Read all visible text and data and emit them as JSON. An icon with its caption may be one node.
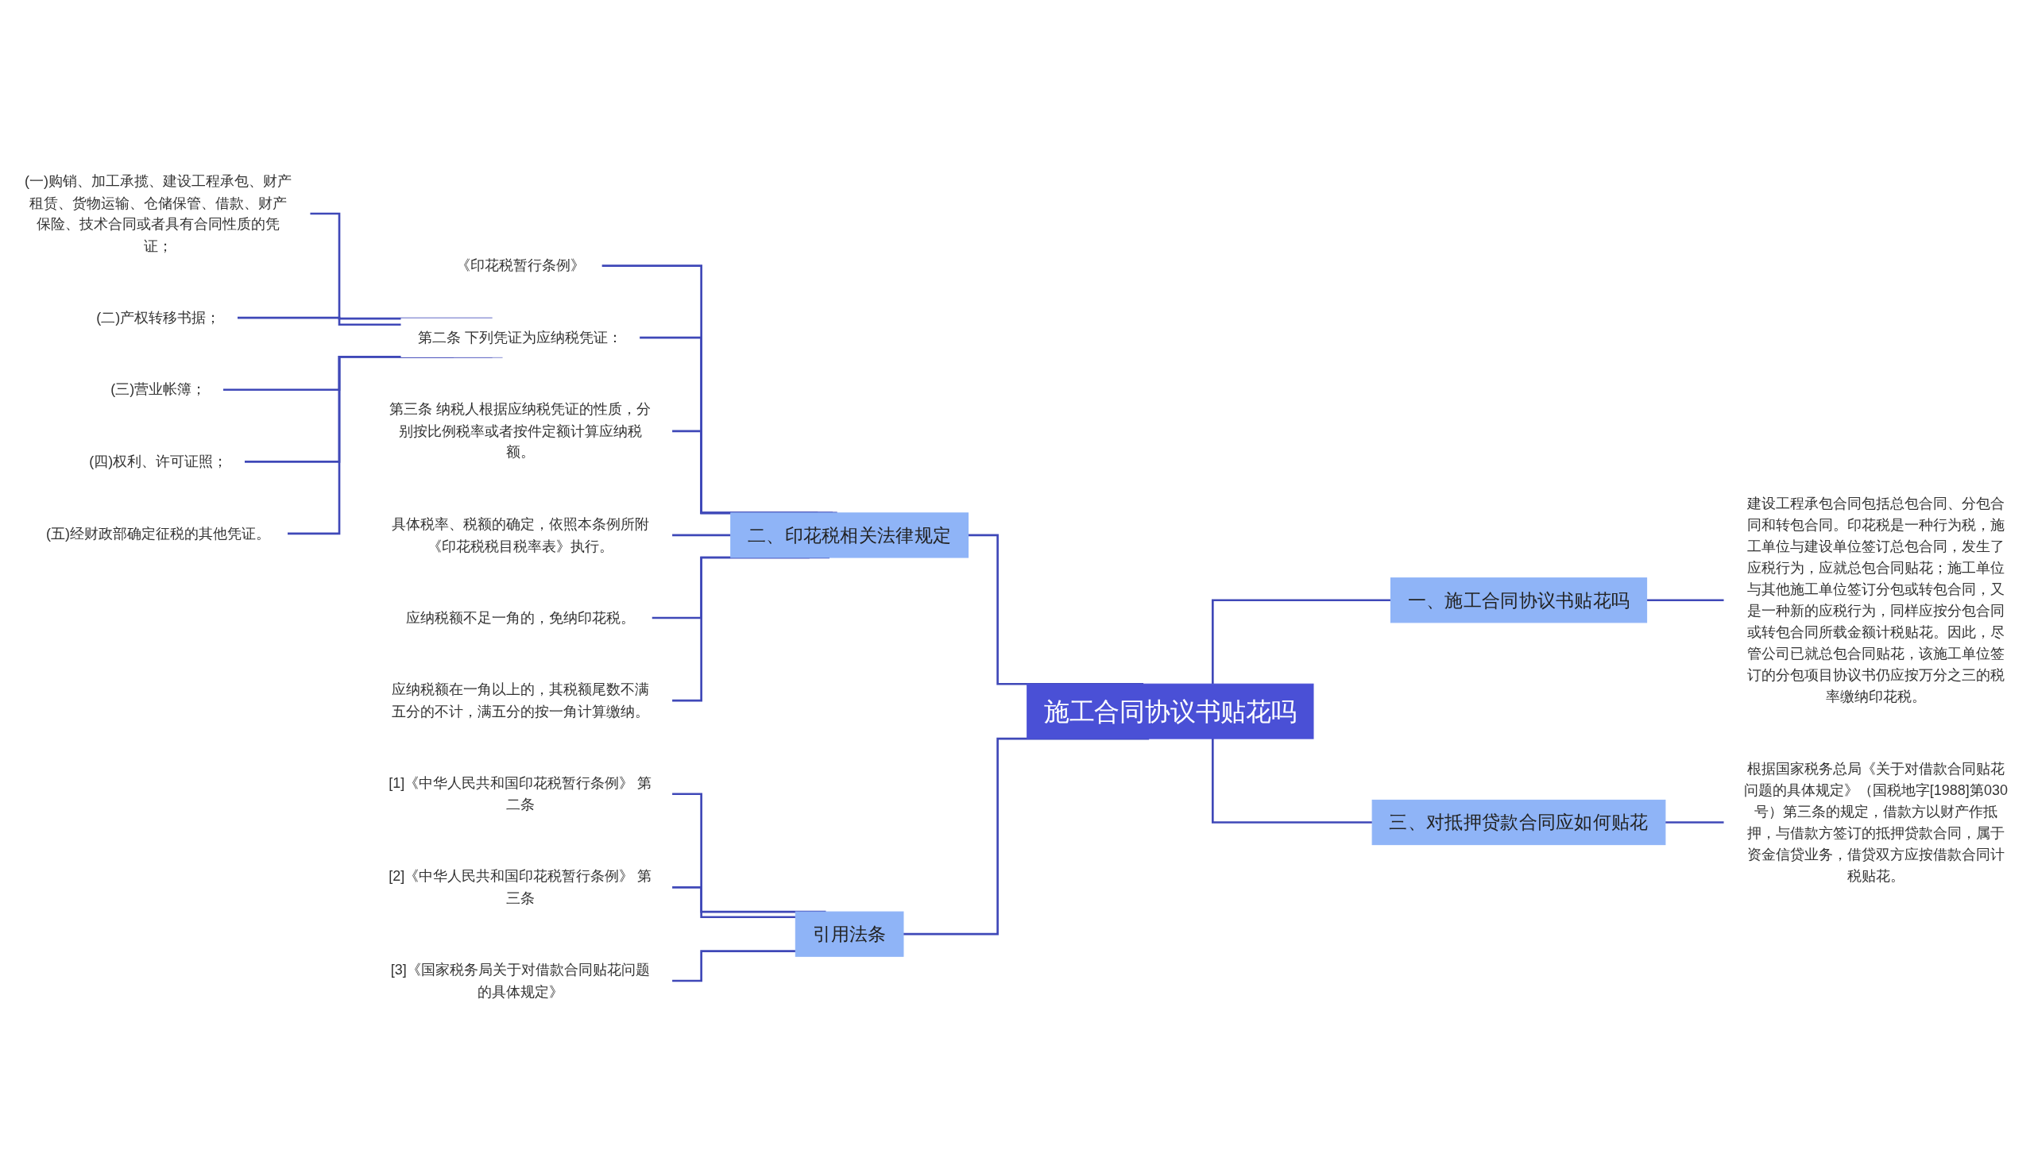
{
  "diagram": {
    "nodes": [
      {
        "text": [
          "施工合同协议书贴花吗"
        ]
      },
      {
        "text": [
          "一、施工合同协议书贴花吗"
        ]
      },
      {
        "text": [
          "建设工程承包合同包括总包合同、分包合同和转包合同。印花税是一种行为税，施工单位与建设单位签订总包合同，发生了应税行为，应就总包合同贴花；施工单位与其他施工单位签订分包或转包合同，又是一种新的应税行为，同样应按分包合同或转包合同所载金额计税贴花。因此，尽管公司已就总包合同贴花，该施工单位签订的分包项目协议书仍应按万分之三的税率缴纳印花税。"
        ]
      },
      {
        "text": [
          "三、对抵押贷款合同应如何贴花"
        ]
      },
      {
        "text": [
          "根据国家税务总局《关于对借款合同贴花问题的具体规定》（国税地字[1988]第030号）第三条的规定，借款方以财产作抵押，与借款方签订的抵押贷款合同，属于资金信贷业务，借贷双方应按借款合同计税贴花。"
        ]
      },
      {
        "text": [
          "二、印花税相关法律规定"
        ]
      },
      {
        "text": [
          "《印花税暂行条例》"
        ]
      },
      {
        "text": [
          "第二条 下列凭证为应纳税凭证："
        ]
      },
      {
        "text": [
          "(一)购销、加工承揽、建设工程承包、财产租赁、货物运输、仓储保管、借款、财产保险、技术合同或者具有合同性质的凭证；"
        ]
      },
      {
        "text": [
          "(二)产权转移书据；"
        ]
      },
      {
        "text": [
          "(三)营业帐簿；"
        ]
      },
      {
        "text": [
          "(四)权利、许可证照；"
        ]
      },
      {
        "text": [
          "(五)经财政部确定征税的其他凭证。"
        ]
      },
      {
        "text": [
          "第三条 纳税人根据应纳税凭证的性质，分别按比例税率或者按件定额计算应纳税额。"
        ]
      },
      {
        "text": [
          "具体税率、税额的确定，依照本条例所附《印花税税目税率表》执行。"
        ]
      },
      {
        "text": [
          "应纳税额不足一角的，免纳印花税。"
        ]
      },
      {
        "text": [
          "应纳税额在一角以上的，其税额尾数不满五分的不计，满五分的按一角计算缴纳。"
        ]
      },
      {
        "text": [
          "引用法条"
        ]
      },
      {
        "text": [
          "[1]《中华人民共和国印花税暂行条例》 第二条"
        ]
      },
      {
        "text": [
          "[2]《中华人民共和国印花税暂行条例》 第三条"
        ]
      },
      {
        "text": [
          "[3]《国家税务局关于对借款合同贴花问题的具体规定》"
        ]
      }
    ],
    "edges": [
      {
        "from": 0,
        "to": 1,
        "arrow": "none"
      },
      {
        "from": 1,
        "to": 2,
        "arrow": "none"
      },
      {
        "from": 0,
        "to": 3,
        "arrow": "none"
      },
      {
        "from": 3,
        "to": 4,
        "arrow": "none"
      },
      {
        "from": 0,
        "to": 5,
        "arrow": "none"
      },
      {
        "from": 5,
        "to": 6,
        "arrow": "none"
      },
      {
        "from": 5,
        "to": 7,
        "arrow": "none"
      },
      {
        "from": 7,
        "to": 8,
        "arrow": "none"
      },
      {
        "from": 7,
        "to": 9,
        "arrow": "none"
      },
      {
        "from": 7,
        "to": 10,
        "arrow": "none"
      },
      {
        "from": 7,
        "to": 11,
        "arrow": "none"
      },
      {
        "from": 7,
        "to": 12,
        "arrow": "none"
      },
      {
        "from": 5,
        "to": 13,
        "arrow": "none"
      },
      {
        "from": 5,
        "to": 14,
        "arrow": "none"
      },
      {
        "from": 5,
        "to": 15,
        "arrow": "none"
      },
      {
        "from": 5,
        "to": 16,
        "arrow": "none"
      },
      {
        "from": 0,
        "to": 17,
        "arrow": "none"
      },
      {
        "from": 17,
        "to": 18,
        "arrow": "none"
      },
      {
        "from": 17,
        "to": 19,
        "arrow": "none"
      },
      {
        "from": 17,
        "to": 20,
        "arrow": "none"
      }
    ]
  }
}
